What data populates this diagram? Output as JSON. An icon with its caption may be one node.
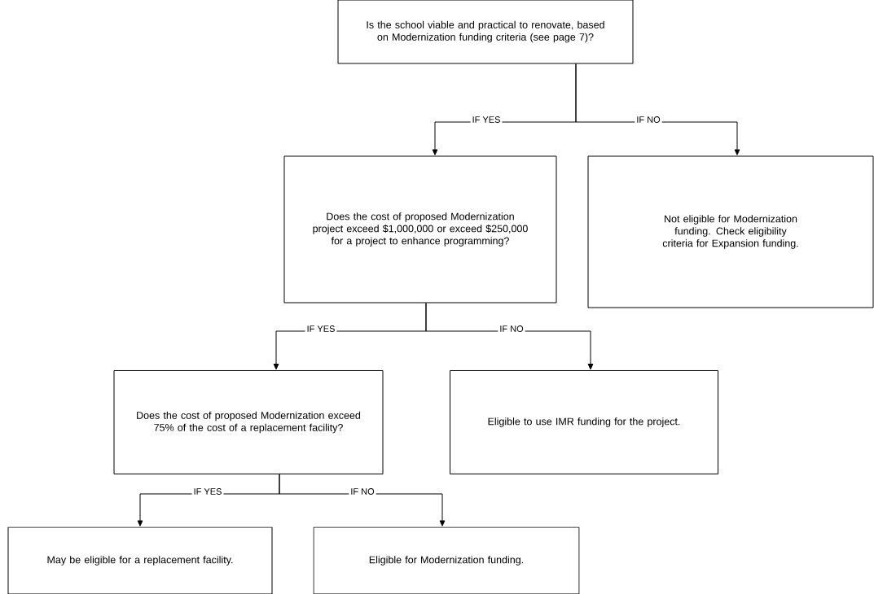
{
  "diagram": {
    "nodes": [
      {
        "text": [
          "Is the school viable and practical to renovate, based on Modernization funding criteria (see page 7)?"
        ]
      },
      {
        "text": [
          "Does the cost of proposed Modernization project exceed $1,000,000 or exceed $250,000 for a project to enhance programming?"
        ]
      },
      {
        "text": [
          "Not eligible for Modernization funding. Check eligibility criteria for Expansion funding."
        ]
      },
      {
        "text": [
          "Does the cost of proposed Modernization exceed 75% of the cost of a replacement facility?"
        ]
      },
      {
        "text": [
          "Eligible to use IMR funding for the project."
        ]
      },
      {
        "text": [
          "May be eligible for a replacement facility."
        ]
      },
      {
        "text": [
          "Eligible for Modernization funding."
        ]
      }
    ],
    "edges": [
      {
        "from": 0,
        "to": 1,
        "arrow": "to",
        "label": "IF YES"
      },
      {
        "from": 0,
        "to": 2,
        "arrow": "to",
        "label": "IF NO"
      },
      {
        "from": 1,
        "to": 3,
        "arrow": "to",
        "label": "IF YES"
      },
      {
        "from": 1,
        "to": 4,
        "arrow": "to",
        "label": "IF NO"
      },
      {
        "from": 3,
        "to": 5,
        "arrow": "to",
        "label": "IF YES"
      },
      {
        "from": 3,
        "to": 6,
        "arrow": "to",
        "label": "IF NO"
      }
    ]
  }
}
